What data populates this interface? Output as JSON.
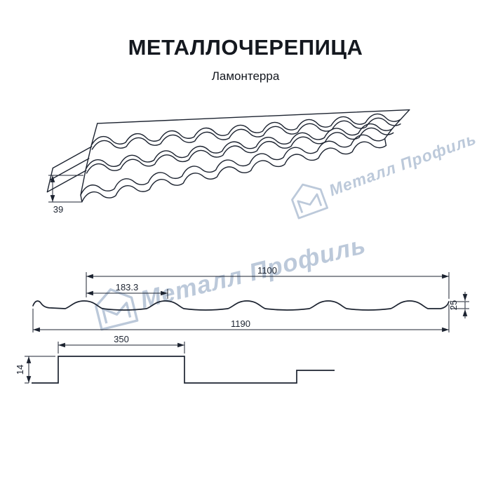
{
  "header": {
    "title": "МЕТАЛЛОЧЕРЕПИЦА",
    "subtitle": "Ламонтерра"
  },
  "watermark": {
    "text": "Металл Профиль",
    "color": "#bcc9da"
  },
  "drawings": {
    "perspective": {
      "dims": {
        "edge_height": "39"
      }
    },
    "cross_section": {
      "dims": {
        "cover_width": "1100",
        "wave_step": "183.3",
        "profile_height": "25",
        "full_width": "1190"
      }
    },
    "longitudinal": {
      "dims": {
        "module_length": "350",
        "step_height": "14"
      }
    }
  },
  "colors": {
    "line": "#1c2330",
    "watermark": "#bcc9da",
    "background": "#ffffff"
  }
}
